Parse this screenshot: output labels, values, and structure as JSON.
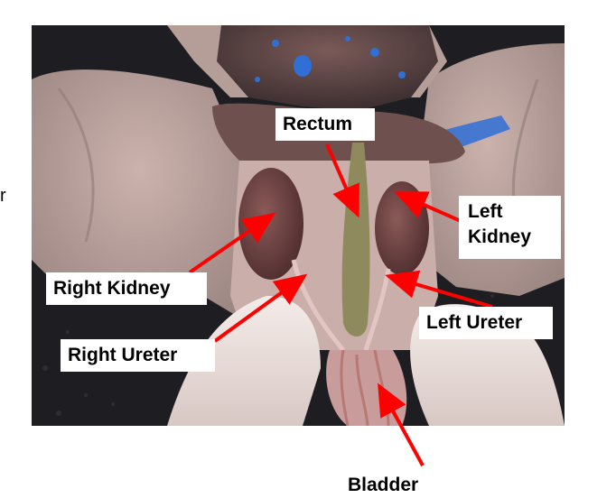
{
  "labels": {
    "rectum": "Rectum",
    "left_kidney": "Left\nKidney",
    "right_kidney": "Right Kidney",
    "left_ureter": "Left Ureter",
    "right_ureter": "Right Ureter",
    "bladder": "Bladder"
  },
  "stray_text": "r",
  "colors": {
    "arrow": "#ff0000",
    "label_bg": "#ffffff",
    "label_text": "#000000"
  }
}
